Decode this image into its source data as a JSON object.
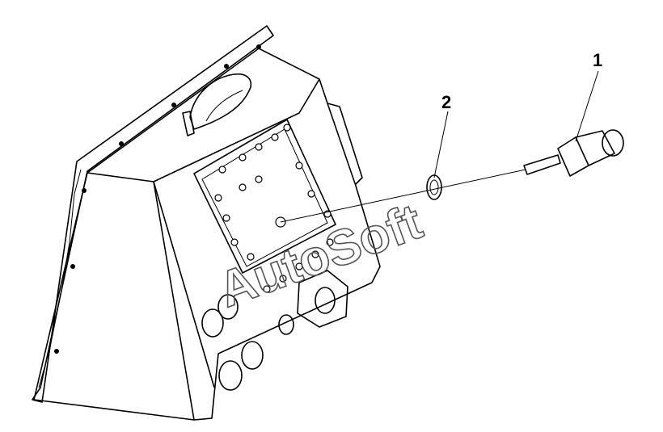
{
  "watermark": "AutoSoft",
  "callouts": [
    {
      "id": "1",
      "label": "1"
    },
    {
      "id": "2",
      "label": "2"
    }
  ],
  "colors": {
    "line": "#000000",
    "watermark": "#555555",
    "background": "#ffffff"
  }
}
